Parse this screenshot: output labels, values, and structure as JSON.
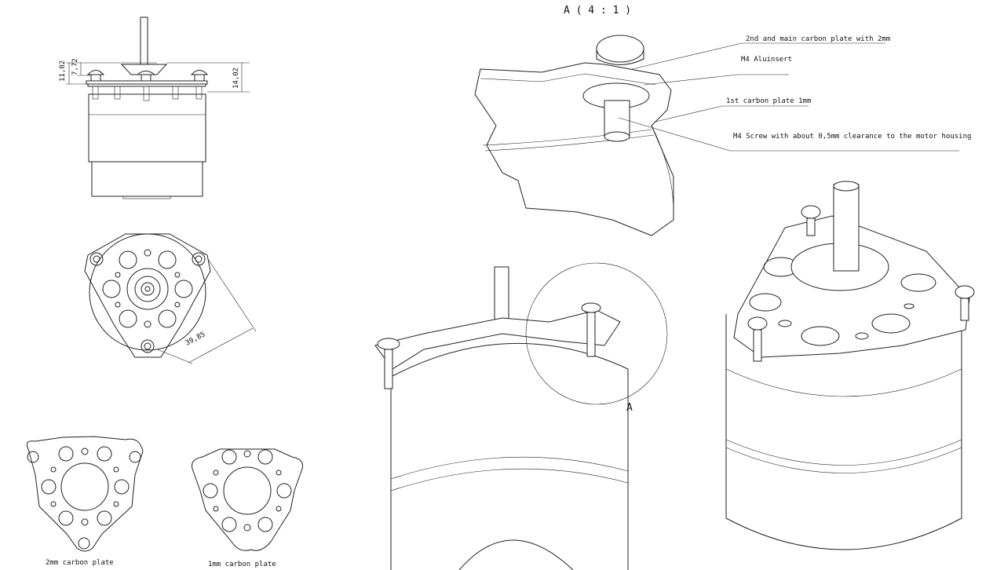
{
  "detail_view": {
    "title": "A ( 4 : 1 )",
    "callouts": [
      "2nd and main carbon plate with 2mm",
      "M4 Aluinsert",
      "1st carbon plate 1mm",
      "M4 Screw with about 0,5mm clearance to the motor housing"
    ]
  },
  "side_view": {
    "dimensions": [
      "11,02",
      "7,72",
      "14,02"
    ]
  },
  "top_view": {
    "dimension": "39,85"
  },
  "iso_view": {
    "detail_marker": "A"
  },
  "plates": [
    {
      "label": "2mm carbon plate"
    },
    {
      "label": "1mm carbon plate"
    }
  ]
}
